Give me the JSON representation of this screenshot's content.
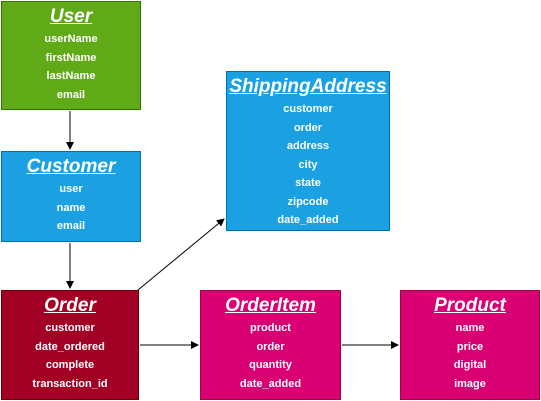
{
  "entities": {
    "user": {
      "title": "User",
      "fields": [
        "userName",
        "firstName",
        "lastName",
        "email"
      ]
    },
    "customer": {
      "title": "Customer",
      "fields": [
        "user",
        "name",
        "email"
      ]
    },
    "shipping": {
      "title": "ShippingAddress",
      "fields": [
        "customer",
        "order",
        "address",
        "city",
        "state",
        "zipcode",
        "date_added"
      ]
    },
    "order": {
      "title": "Order",
      "fields": [
        "customer",
        "date_ordered",
        "complete",
        "transaction_id"
      ]
    },
    "orderitem": {
      "title": "OrderItem",
      "fields": [
        "product",
        "order",
        "quantity",
        "date_added"
      ]
    },
    "product": {
      "title": "Product",
      "fields": [
        "name",
        "price",
        "digital",
        "image"
      ]
    }
  },
  "colors": {
    "user_fill": "#60a917",
    "customer_fill": "#1ba1e2",
    "shipping_fill": "#1ba1e2",
    "order_fill": "#a20025",
    "orderitem_fill": "#d80073",
    "product_fill": "#d80073",
    "arrow": "#000000"
  },
  "edges": [
    {
      "from": "user",
      "to": "customer"
    },
    {
      "from": "customer",
      "to": "order"
    },
    {
      "from": "order",
      "to": "shipping"
    },
    {
      "from": "order",
      "to": "orderitem"
    },
    {
      "from": "orderitem",
      "to": "product"
    }
  ]
}
